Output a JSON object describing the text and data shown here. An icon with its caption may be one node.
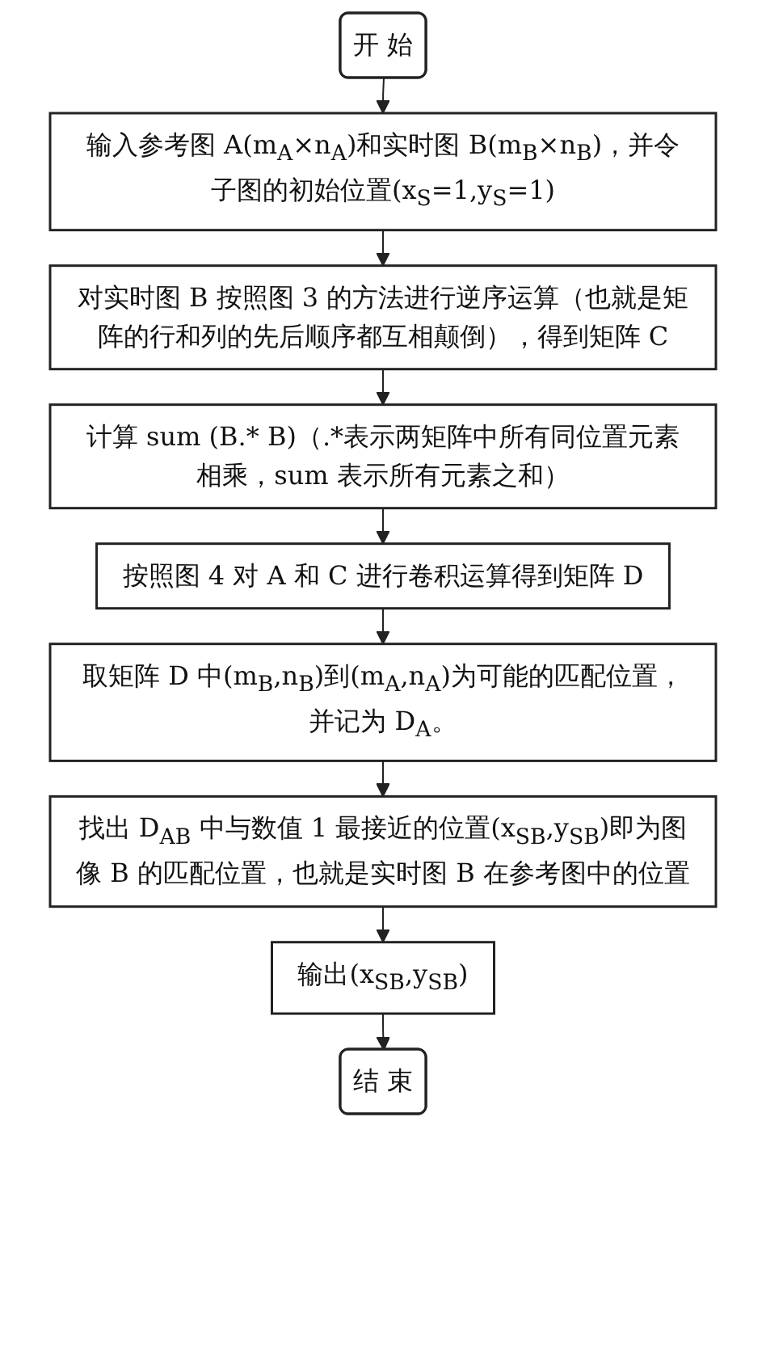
{
  "diagram": {
    "nodes": [
      {
        "text": [
          "开 始"
        ]
      },
      {
        "text": [
          "输入参考图 A(m$_{A}$×n$_{A}$)和实时图 B(m$_{B}$×n$_{B}$)，并令子图的初始位置(x$_{S}$=1,y$_{S}$=1)"
        ]
      },
      {
        "text": [
          "对实时图 B 按照图 3 的方法进行逆序运算（也就是矩阵的行和列的先后顺序都互相颠倒），得到矩阵 C"
        ]
      },
      {
        "text": [
          "计算 sum (B.* B)（.*表示两矩阵中所有同位置元素相乘，sum 表示所有元素之和）"
        ]
      },
      {
        "text": [
          "按照图 4 对 A 和 C 进行卷积运算得到矩阵 D"
        ]
      },
      {
        "text": [
          "取矩阵 D 中(m$_{B}$,n$_{B}$)到(m$_{A}$,n$_{A}$)为可能的匹配位置，并记为 D$_{A}$。"
        ]
      },
      {
        "text": [
          "找出 D$_{AB}$ 中与数值 1 最接近的位置(x$_{SB}$,y$_{SB}$)即为图像 B 的匹配位置，也就是实时图 B 在参考图中的位置"
        ]
      },
      {
        "text": [
          "输出(x$_{SB}$,y$_{SB}$)"
        ]
      },
      {
        "text": [
          "结 束"
        ]
      }
    ],
    "edges": [
      {
        "from": 0,
        "to": 1,
        "arrow": "to"
      },
      {
        "from": 1,
        "to": 2,
        "arrow": "to"
      },
      {
        "from": 2,
        "to": 3,
        "arrow": "to"
      },
      {
        "from": 3,
        "to": 4,
        "arrow": "to"
      },
      {
        "from": 4,
        "to": 5,
        "arrow": "to"
      },
      {
        "from": 5,
        "to": 6,
        "arrow": "to"
      },
      {
        "from": 6,
        "to": 7,
        "arrow": "to"
      },
      {
        "from": 7,
        "to": 8,
        "arrow": "to"
      }
    ]
  }
}
